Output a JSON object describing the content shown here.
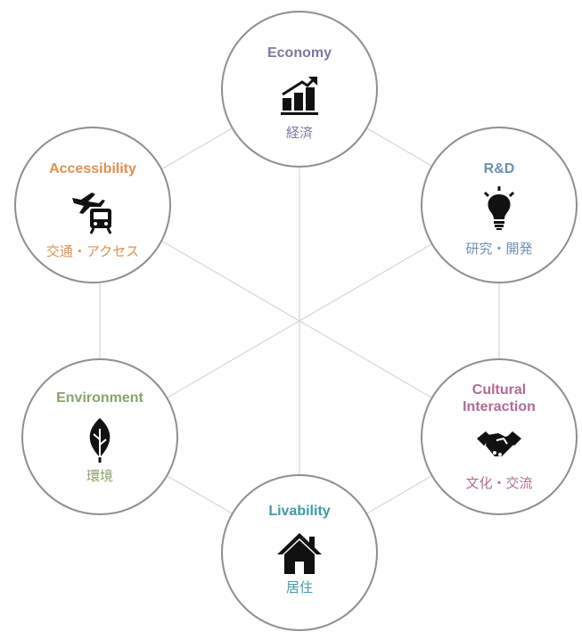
{
  "colors": {
    "line": "#d6d6d6",
    "circle_border": "#8f8f8f",
    "icon": "#111111"
  },
  "nodes": {
    "economy": {
      "title": "Economy",
      "subtitle": "経済",
      "color": "#7b7aa3",
      "icon": "bar-chart-rising-icon"
    },
    "rnd": {
      "title": "R&D",
      "subtitle": "研究・開発",
      "color": "#6f8fb0",
      "icon": "lightbulb-icon"
    },
    "cultural": {
      "title": "Cultural\nInteraction",
      "subtitle": "文化・交流",
      "color": "#b16b92",
      "icon": "handshake-icon"
    },
    "livability": {
      "title": "Livability",
      "subtitle": "居住",
      "color": "#3f9aa8",
      "icon": "house-icon"
    },
    "environment": {
      "title": "Environment",
      "subtitle": "環境",
      "color": "#8aa36a",
      "icon": "leaf-icon"
    },
    "accessibility": {
      "title": "Accessibility",
      "subtitle": "交通・アクセス",
      "color": "#e0914f",
      "icon": "plane-train-icon"
    }
  }
}
